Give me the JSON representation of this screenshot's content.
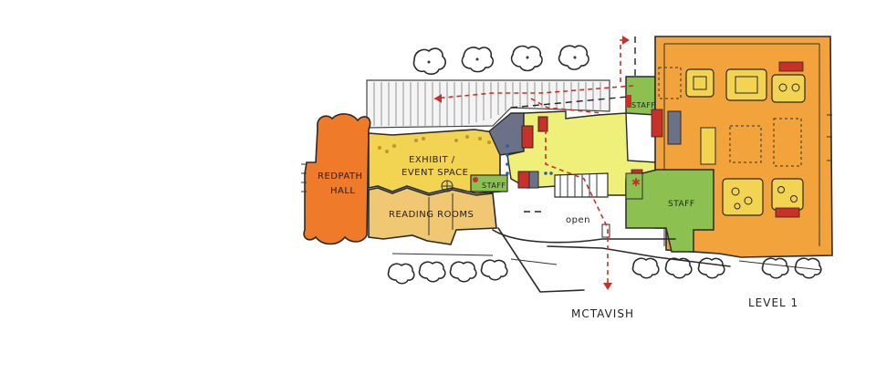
{
  "labels": {
    "redpath_hall_1": "REDPATH",
    "redpath_hall_2": "HALL",
    "exhibit_1": "EXHIBIT /",
    "exhibit_2": "EVENT SPACE",
    "reading_rooms": "READING ROOMS",
    "staff_top": "STAFF",
    "staff_mid": "STAFF",
    "staff_right": "STAFF",
    "open": "open",
    "street": "MCTAVISH",
    "level": "LEVEL 1"
  },
  "colors": {
    "orange": "#ef7a2a",
    "light_orange": "#f2a33c",
    "yellow": "#f2d452",
    "pale_yellow": "#f5e88a",
    "lemon": "#eef07a",
    "green": "#8cc152",
    "red": "#c8302a",
    "slate": "#6b7288",
    "sand": "#f0c772"
  },
  "icons": [
    "tree-icon",
    "table-icon",
    "stair-icon",
    "arrow-icon"
  ]
}
